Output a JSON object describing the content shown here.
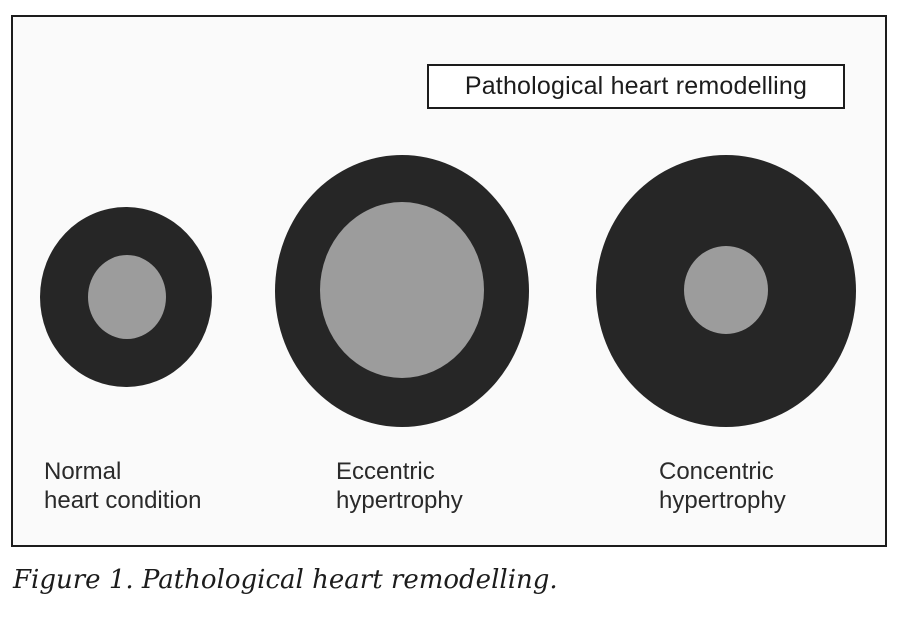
{
  "figure": {
    "header": "Pathological heart remodelling",
    "panels": [
      {
        "label_line1": "Normal",
        "label_line2": "heart condition"
      },
      {
        "label_line1": "Eccentric",
        "label_line2": "hypertrophy"
      },
      {
        "label_line1": "Concentric",
        "label_line2": "hypertrophy"
      }
    ],
    "colors": {
      "wall": "#262626",
      "lumen": "#9c9c9c",
      "border": "#1c1c1c"
    }
  },
  "caption": "Figure 1. Pathological heart remodelling."
}
